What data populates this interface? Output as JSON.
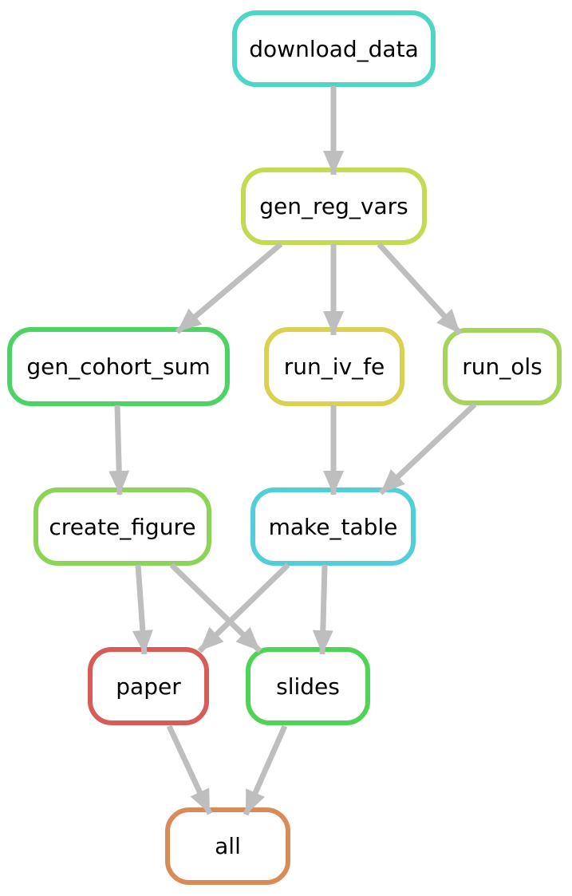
{
  "diagram": {
    "type": "dag",
    "node_shape": "rounded-rectangle",
    "background_color": "#ffffff",
    "text_color": "#000000",
    "arrow_color": "#bebebe"
  },
  "nodes": {
    "download_data": {
      "label": "download_data",
      "border_color": "#4ed6c4"
    },
    "gen_reg_vars": {
      "label": "gen_reg_vars",
      "border_color": "#c5da50"
    },
    "gen_cohort_sum": {
      "label": "gen_cohort_sum",
      "border_color": "#4cd364"
    },
    "run_iv_fe": {
      "label": "run_iv_fe",
      "border_color": "#d9d14f"
    },
    "run_ols": {
      "label": "run_ols",
      "border_color": "#a5d45c"
    },
    "create_figure": {
      "label": "create_figure",
      "border_color": "#8cd456"
    },
    "make_table": {
      "label": "make_table",
      "border_color": "#52ced9"
    },
    "paper": {
      "label": "paper",
      "border_color": "#d85b57"
    },
    "slides": {
      "label": "slides",
      "border_color": "#4ed455"
    },
    "all": {
      "label": "all",
      "border_color": "#d88b57"
    }
  },
  "edges": [
    {
      "from": "download_data",
      "to": "gen_reg_vars"
    },
    {
      "from": "gen_reg_vars",
      "to": "gen_cohort_sum"
    },
    {
      "from": "gen_reg_vars",
      "to": "run_iv_fe"
    },
    {
      "from": "gen_reg_vars",
      "to": "run_ols"
    },
    {
      "from": "gen_cohort_sum",
      "to": "create_figure"
    },
    {
      "from": "run_iv_fe",
      "to": "make_table"
    },
    {
      "from": "run_ols",
      "to": "make_table"
    },
    {
      "from": "create_figure",
      "to": "paper"
    },
    {
      "from": "create_figure",
      "to": "slides"
    },
    {
      "from": "make_table",
      "to": "paper"
    },
    {
      "from": "make_table",
      "to": "slides"
    },
    {
      "from": "paper",
      "to": "all"
    },
    {
      "from": "slides",
      "to": "all"
    }
  ]
}
